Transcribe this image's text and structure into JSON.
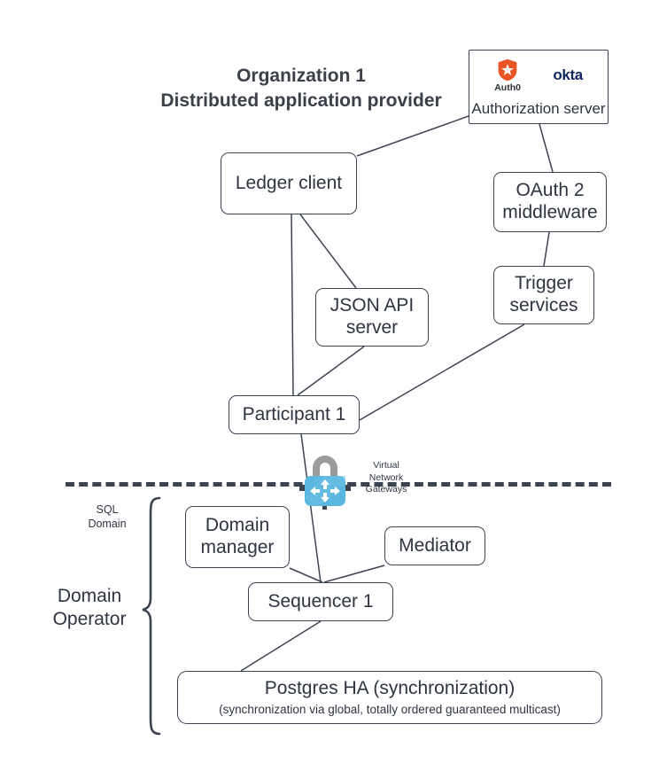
{
  "diagram": {
    "title_line1": "Organization 1",
    "title_line2": "Distributed application provider",
    "colors": {
      "node_border": "#3d4451",
      "node_text": "#2e3440",
      "edge": "#3d4451",
      "boundary_dashed": "#3d4451",
      "auth0_orange": "#eb5424",
      "okta_navy": "#11265e",
      "vng_blue": "#5bb7e0",
      "vng_shackle_gray": "#9b9b9b"
    }
  },
  "nodes": {
    "auth_server": {
      "label": "Authorization server",
      "logos": [
        {
          "name": "auth0-logo",
          "wordmark": "Auth0"
        },
        {
          "name": "okta-logo",
          "wordmark": "okta"
        }
      ]
    },
    "ledger_client": {
      "label": "Ledger client"
    },
    "oauth_middleware": {
      "line1": "OAuth 2",
      "line2": "middleware"
    },
    "trigger_services": {
      "line1": "Trigger",
      "line2": "services"
    },
    "json_api_server": {
      "line1": "JSON API",
      "line2": "server"
    },
    "participant1": {
      "label": "Participant 1"
    },
    "domain_manager": {
      "line1": "Domain",
      "line2": "manager"
    },
    "mediator": {
      "label": "Mediator"
    },
    "sequencer1": {
      "label": "Sequencer 1"
    },
    "postgres_ha": {
      "main": "Postgres HA (synchronization)",
      "sub": "(synchronization via global, totally ordered guaranteed multicast)"
    }
  },
  "annotations": {
    "vng": {
      "line1": "Virtual",
      "line2": "Network",
      "line3": "Gateways",
      "icon": "padlock-network-icon"
    },
    "sql_domain": {
      "line1": "SQL",
      "line2": "Domain"
    },
    "domain_operator": {
      "line1": "Domain",
      "line2": "Operator"
    }
  },
  "edges": [
    {
      "from": "ledger_client",
      "to": "auth_server"
    },
    {
      "from": "auth_server",
      "to": "oauth_middleware"
    },
    {
      "from": "oauth_middleware",
      "to": "trigger_services"
    },
    {
      "from": "ledger_client",
      "to": "json_api_server"
    },
    {
      "from": "ledger_client",
      "to": "participant1"
    },
    {
      "from": "json_api_server",
      "to": "participant1"
    },
    {
      "from": "trigger_services",
      "to": "participant1"
    },
    {
      "from": "participant1",
      "to": "sequencer1"
    },
    {
      "from": "domain_manager",
      "to": "sequencer1"
    },
    {
      "from": "mediator",
      "to": "sequencer1"
    },
    {
      "from": "sequencer1",
      "to": "postgres_ha"
    }
  ]
}
